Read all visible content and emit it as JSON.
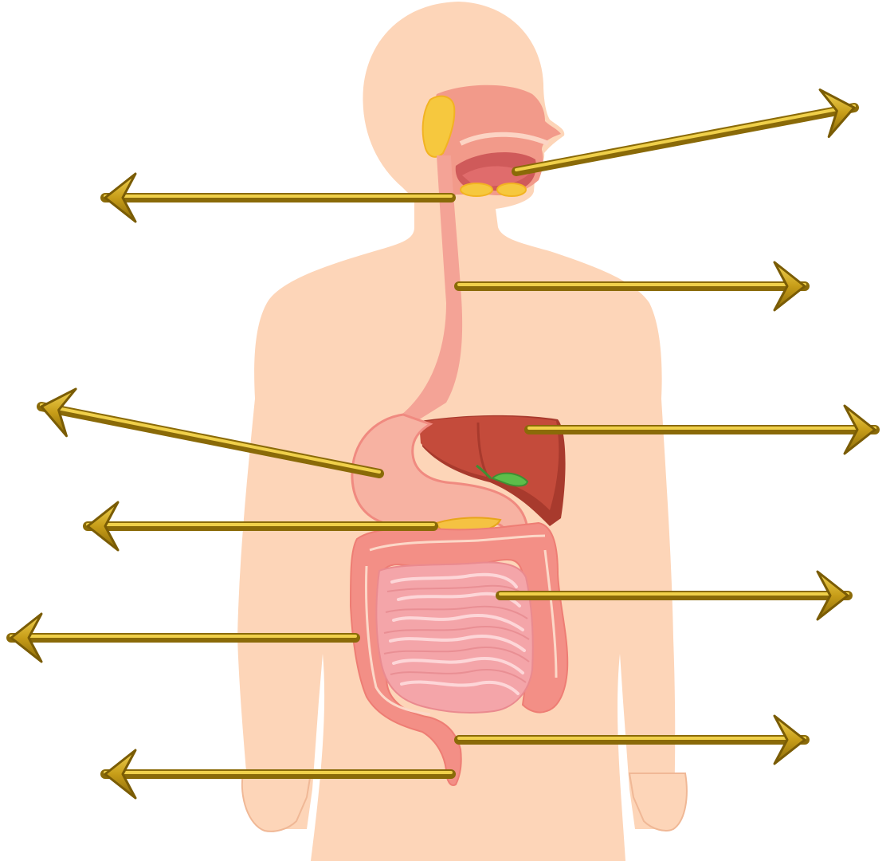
{
  "colors": {
    "skin": "#fdd5b8",
    "skin_outline": "#f3c3a3",
    "mouth_tract": "#f29a8a",
    "esophagus": "#f4a396",
    "stomach": "#f7b2a2",
    "liver": "#c44b3b",
    "liver_dark": "#a83a2d",
    "gallbladder": "#5dbd4a",
    "pancreas": "#f5c242",
    "salivary": "#f6c83e",
    "small_intestine": "#f4a5a9",
    "large_intestine": "#f38f86",
    "arrow_gold": "#b8900f",
    "arrow_highlight": "#f0d04a"
  },
  "arrows": [
    {
      "name": "arrow-mouth",
      "direction": "right"
    },
    {
      "name": "arrow-salivary-gland",
      "direction": "left"
    },
    {
      "name": "arrow-esophagus",
      "direction": "right"
    },
    {
      "name": "arrow-stomach",
      "direction": "left"
    },
    {
      "name": "arrow-liver",
      "direction": "right"
    },
    {
      "name": "arrow-pancreas",
      "direction": "left"
    },
    {
      "name": "arrow-small-intestine",
      "direction": "right"
    },
    {
      "name": "arrow-large-intestine",
      "direction": "left"
    },
    {
      "name": "arrow-rectum",
      "direction": "right"
    },
    {
      "name": "arrow-anus",
      "direction": "left"
    }
  ]
}
